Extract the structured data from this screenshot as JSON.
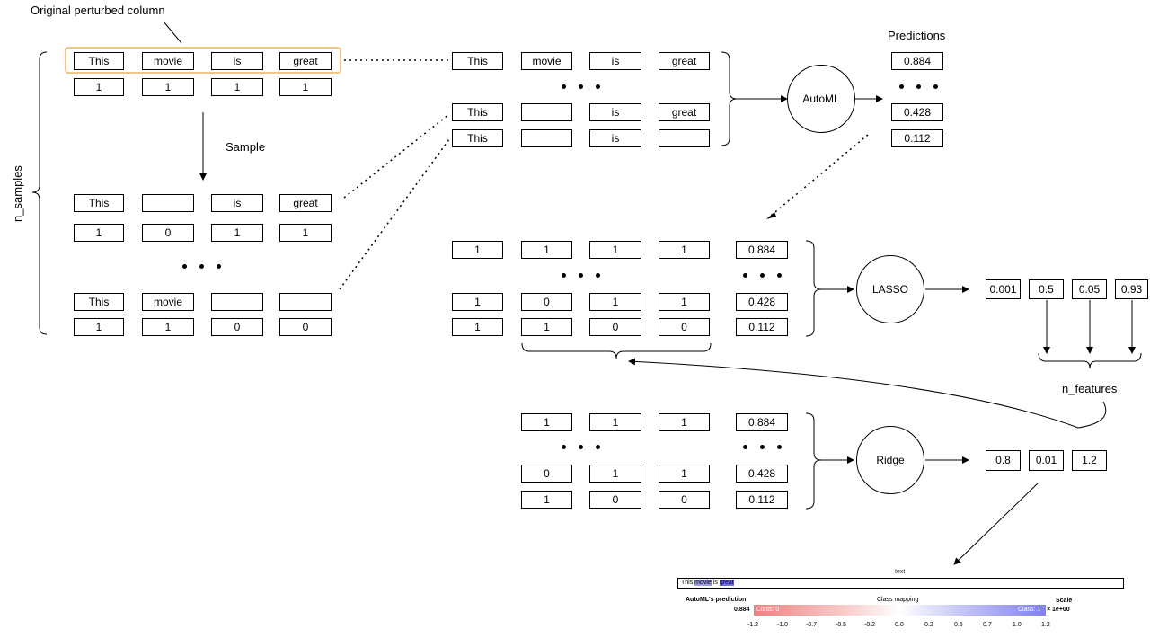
{
  "labels": {
    "original_perturbed_column": "Original perturbed column",
    "n_samples": "n_samples",
    "sample": "Sample",
    "predictions": "Predictions",
    "n_features": "n_features"
  },
  "models": {
    "automl": "AutoML",
    "lasso": "LASSO",
    "ridge": "Ridge"
  },
  "left_matrix": {
    "row1_words": [
      "This",
      "movie",
      "is",
      "great"
    ],
    "row1_mask": [
      "1",
      "1",
      "1",
      "1"
    ],
    "row2_words": [
      "This",
      "",
      "is",
      "great"
    ],
    "row2_mask": [
      "1",
      "0",
      "1",
      "1"
    ],
    "row3_words": [
      "This",
      "movie",
      "",
      ""
    ],
    "row3_mask": [
      "1",
      "1",
      "0",
      "0"
    ]
  },
  "middle_top": {
    "row1": [
      "This",
      "movie",
      "is",
      "great"
    ],
    "row2": [
      "This",
      "",
      "is",
      "great"
    ],
    "row3": [
      "This",
      "",
      "is",
      ""
    ]
  },
  "predictions_values": [
    "0.884",
    "0.428",
    "0.112"
  ],
  "lasso_matrix": {
    "row1": [
      "1",
      "1",
      "1",
      "1",
      "0.884"
    ],
    "row2": [
      "1",
      "0",
      "1",
      "1",
      "0.428"
    ],
    "row3": [
      "1",
      "1",
      "0",
      "0",
      "0.112"
    ]
  },
  "lasso_output": [
    "0.001",
    "0.5",
    "0.05",
    "0.93"
  ],
  "ridge_matrix": {
    "row1": [
      "1",
      "1",
      "1",
      "0.884"
    ],
    "row2": [
      "0",
      "1",
      "1",
      "0.428"
    ],
    "row3": [
      "1",
      "0",
      "0",
      "0.112"
    ]
  },
  "ridge_output": [
    "0.8",
    "0.01",
    "1.2"
  ],
  "lime": {
    "title": "text",
    "text_before": "This ",
    "text_w1": "movie",
    "text_mid": " is ",
    "text_w2": "great",
    "prediction_label": "AutoML's prediction",
    "prediction_value": "0.884",
    "class_mapping": "Class mapping",
    "scale_label": "Scale",
    "class0": "Class: 0",
    "class1": "Class: 1",
    "scale_value": "× 1e+00",
    "ticks": [
      "-1.2",
      "-1.0",
      "-0.7",
      "-0.5",
      "-0.2",
      "0.0",
      "0.2",
      "0.5",
      "0.7",
      "1.0",
      "1.2"
    ]
  }
}
